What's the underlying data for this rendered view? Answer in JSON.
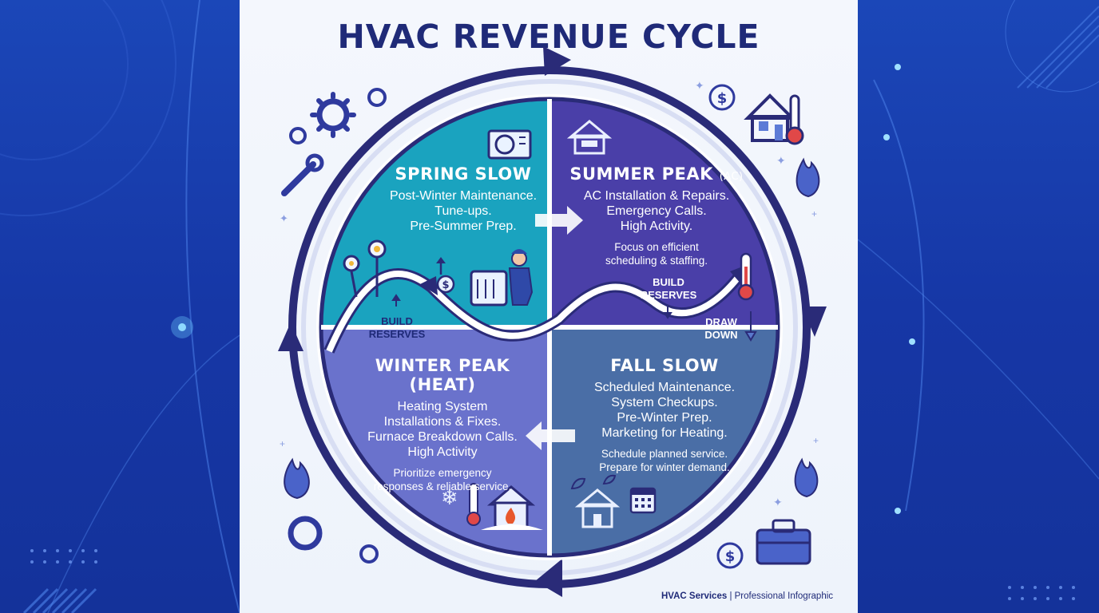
{
  "title": "HVAC REVENUE CYCLE",
  "quadrants": {
    "spring": {
      "title": "SPRING SLOW",
      "lines": [
        "Post-Winter Maintenance.",
        "Tune-ups.",
        "Pre-Summer Prep."
      ],
      "color": "#1aa3bf"
    },
    "summer": {
      "title": "SUMMER PEAK",
      "title_suffix": "(AC)",
      "lines": [
        "AC Installation & Repairs.",
        "Emergency Calls.",
        "High Activity."
      ],
      "notes": [
        "Focus on efficient",
        "scheduling & staffing."
      ],
      "color": "#4a3fa8"
    },
    "winter": {
      "title": "WINTER PEAK (HEAT)",
      "lines": [
        "Heating System",
        "Installations & Fixes.",
        "Furnace Breakdown Calls.",
        "High Activity"
      ],
      "notes": [
        "Prioritize emergency",
        "responses & reliable service."
      ],
      "color": "#6a72cc"
    },
    "fall": {
      "title": "FALL SLOW",
      "lines": [
        "Scheduled Maintenance.",
        "System Checkups.",
        "Pre-Winter Prep.",
        "Marketing for Heating."
      ],
      "notes": [
        "Schedule planned service.",
        "Prepare for winter demand."
      ],
      "color": "#4a6ea6"
    }
  },
  "labels": {
    "build_reserves_left": [
      "BUILD",
      "RESERVES"
    ],
    "build_reserves_right": [
      "BUILD",
      "RESERVES"
    ],
    "draw_down": [
      "DRAW",
      "DOWN"
    ]
  },
  "footer": {
    "brand": "HVAC Services",
    "separator": " | ",
    "tagline": "Professional Infographic"
  },
  "icons": [
    "gear-icon",
    "wrench-icon",
    "dollar-icon",
    "house-thermometer-icon",
    "flame-icon",
    "air-conditioner-icon",
    "flower-icon",
    "technician-icon",
    "thermometer-icon",
    "snowflake-icon",
    "house-icon",
    "calendar-icon",
    "toolbox-icon",
    "leaf-icon"
  ]
}
